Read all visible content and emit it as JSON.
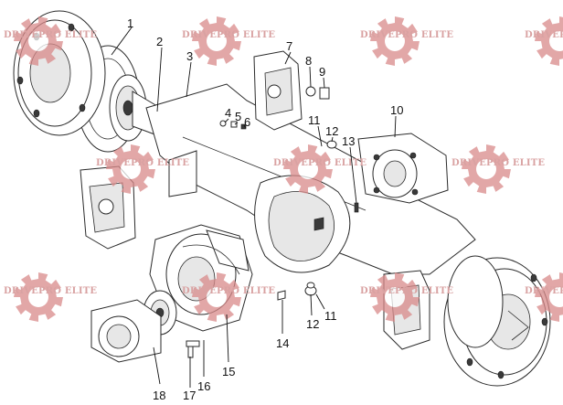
{
  "watermark": {
    "text": "DRIVEPRO ELITE",
    "icon": "gear-icon",
    "color": "#d98a8a"
  },
  "callouts": [
    "1",
    "2",
    "3",
    "4",
    "5",
    "6",
    "7",
    "8",
    "9",
    "10",
    "11",
    "12",
    "13",
    "11",
    "12",
    "14",
    "15",
    "16",
    "17",
    "18"
  ],
  "colors": {
    "line": "#2a2a2a",
    "watermark": "#d98a8a",
    "background": "#ffffff"
  }
}
